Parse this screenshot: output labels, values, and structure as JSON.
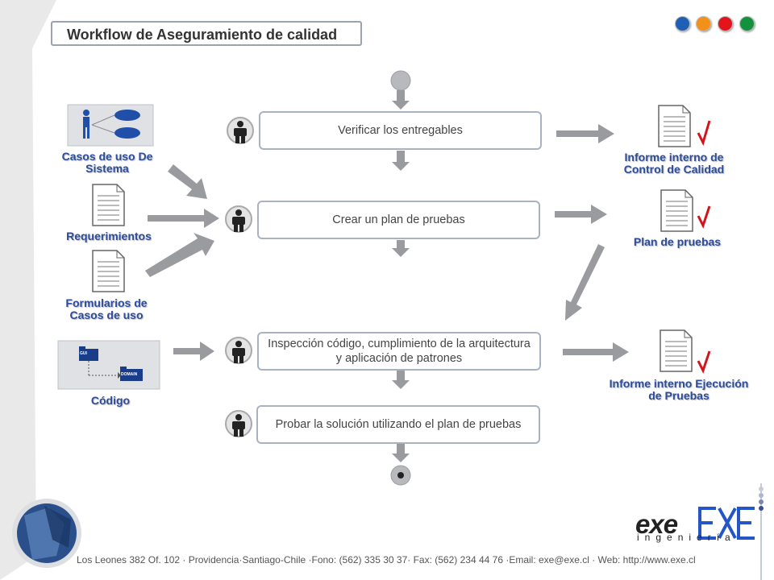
{
  "title": "Workflow de Aseguramiento de calidad",
  "nav_dots": [
    {
      "color": "#1f5fb4",
      "name": "blue-dot"
    },
    {
      "color": "#f39019",
      "name": "orange-dot"
    },
    {
      "color": "#e3141b",
      "name": "red-dot"
    },
    {
      "color": "#13913d",
      "name": "green-dot"
    }
  ],
  "steps": [
    {
      "text": "Verificar los entregables"
    },
    {
      "text": "Crear un plan de pruebas"
    },
    {
      "text": "Inspección código, cumplimiento de la arquitectura y aplicación de patrones"
    },
    {
      "text": "Probar la solución utilizando el plan de pruebas"
    }
  ],
  "inputs": [
    {
      "label": "Casos de uso De Sistema",
      "icon": "use-case-diagram-icon"
    },
    {
      "label": "Requerimientos",
      "icon": "document-icon"
    },
    {
      "label": "Formularios de Casos de uso",
      "icon": "document-icon"
    },
    {
      "label": "Código",
      "icon": "package-diagram-icon"
    }
  ],
  "code_diagram": {
    "pkg1": "GUI",
    "pkg2": "DOMAIN"
  },
  "outputs": [
    {
      "label": "Informe interno de Control de Calidad",
      "icon": "checked-document-icon"
    },
    {
      "label": "Plan de pruebas",
      "icon": "checked-document-icon"
    },
    {
      "label": "Informe interno Ejecución de Pruebas",
      "icon": "checked-document-icon"
    }
  ],
  "footer": "Los Leones 382 Of. 102 · Providencia·Santiago-Chile ·Fono: (562) 335 30 37· Fax: (562) 234 44 76 ·Email: exe@exe.cl · Web: http://www.exe.cl",
  "logo": {
    "text": "exe",
    "sub": "ingeniería"
  },
  "accent": "#2d4d9a"
}
